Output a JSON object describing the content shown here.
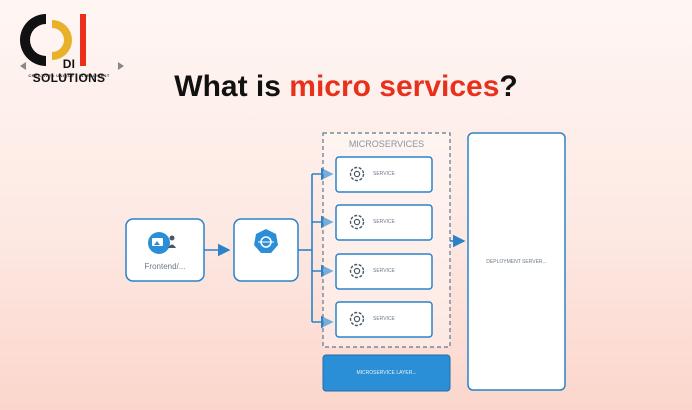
{
  "logo": {
    "text": "DI SOLUTIONS",
    "tagline": "CREATIVE • UNIQUE • INTELLIGENT"
  },
  "title": {
    "prefix": "What is ",
    "highlight": "micro services",
    "suffix": "?"
  },
  "colors": {
    "accent_red": "#e8301c",
    "node_border": "#2a83c9",
    "arrow": "#2a83c9",
    "layer_fill": "#2a8fd6"
  },
  "diagram": {
    "frontend": {
      "label": "Frontend/...",
      "icon": "frontend-icon"
    },
    "gateway": {
      "icon": "gateway-icon"
    },
    "microservices_group": {
      "label": "MICROSERVICES"
    },
    "services": [
      {
        "label": "SERVICE",
        "icon": "gear-icon"
      },
      {
        "label": "SERVICE",
        "icon": "gear-icon"
      },
      {
        "label": "SERVICE",
        "icon": "gear-icon"
      },
      {
        "label": "SERVICE",
        "icon": "gear-icon"
      }
    ],
    "layer": {
      "label": "MICROSERVICE LAYER..."
    },
    "deployment": {
      "label": "DEPLOYMENT SERVER..."
    }
  }
}
